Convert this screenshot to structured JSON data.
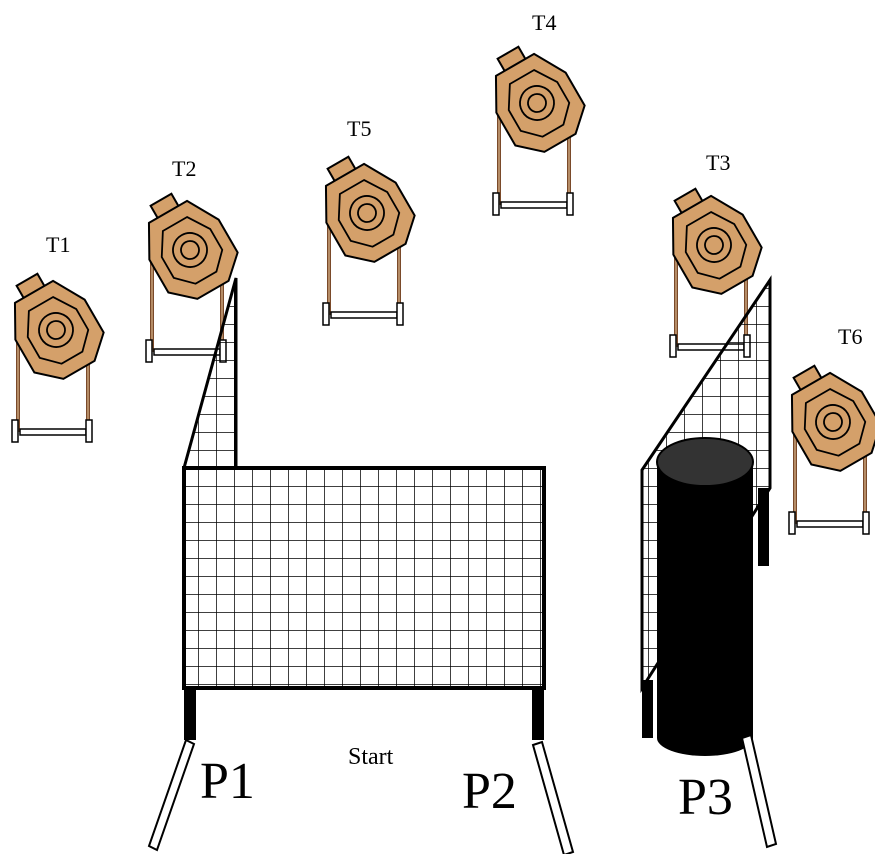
{
  "targets": [
    {
      "id": "t1",
      "label": "T1"
    },
    {
      "id": "t2",
      "label": "T2"
    },
    {
      "id": "t5",
      "label": "T5"
    },
    {
      "id": "t4",
      "label": "T4"
    },
    {
      "id": "t3",
      "label": "T3"
    },
    {
      "id": "t6",
      "label": "T6"
    }
  ],
  "positions": [
    {
      "id": "p1",
      "label": "P1"
    },
    {
      "id": "p2",
      "label": "P2"
    },
    {
      "id": "p3",
      "label": "P3"
    }
  ],
  "start_label": "Start",
  "colors": {
    "target_fill": "#d4a06a",
    "target_stroke": "#000000",
    "barrel_fill": "#000000",
    "barrel_top": "#333333",
    "net_line": "#000000"
  }
}
